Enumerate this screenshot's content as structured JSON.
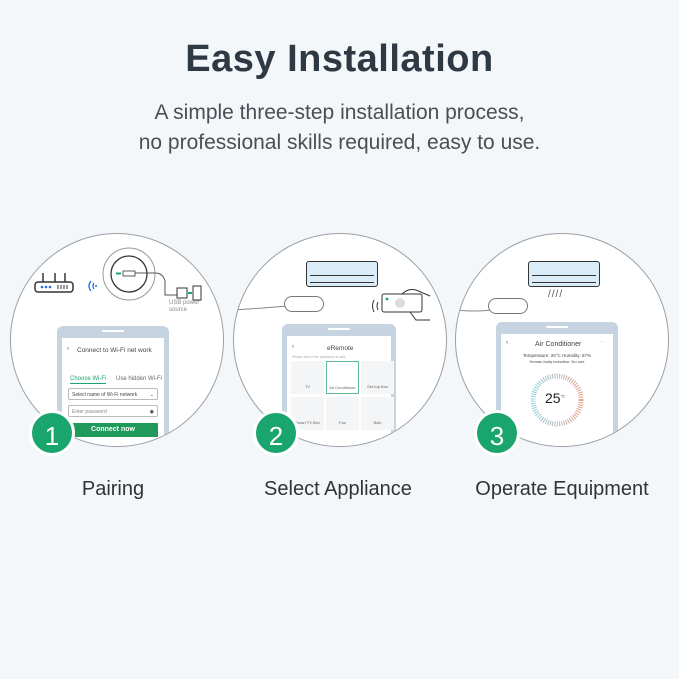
{
  "header": {
    "title": "Easy Installation",
    "subtitle_line1": "A simple three-step installation process,",
    "subtitle_line2": "no professional skills required, easy to use."
  },
  "accent_color": "#1ba56e",
  "steps": [
    {
      "number": "1",
      "label": "Pairing",
      "illustration": {
        "power_label": "USB power source",
        "screen_title": "Connect to Wi-Fi net work",
        "tab_active": "Choose Wi-Fi",
        "tab_other": "Use hidden Wi-Fi",
        "network_placeholder": "Select name of Wi-Fi network",
        "password_placeholder": "Enter password",
        "button": "Connect now"
      }
    },
    {
      "number": "2",
      "label": "Select Appliance",
      "illustration": {
        "screen_title": "eRemote",
        "hint": "Please select the appliance to add",
        "appliances": [
          "TV",
          "Air Conditioner",
          "Set-top Box",
          "Smart TV Box",
          "Fan",
          "Bulb"
        ]
      }
    },
    {
      "number": "3",
      "label": "Operate Equipment",
      "illustration": {
        "screen_title": "Air Conditioner",
        "status_line1": "Temperature: 26°C Humidity: 67%",
        "status_line2": "Human body induction: No one",
        "temperature": "25",
        "unit": "°C"
      }
    }
  ]
}
